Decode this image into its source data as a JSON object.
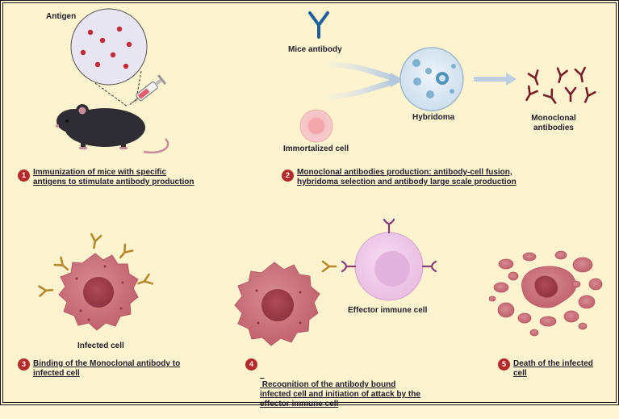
{
  "labels": {
    "antigen": "Antigen",
    "mice_antibody": "Mice antibody",
    "hybridoma": "Hybridoma",
    "monoclonal_antibodies": "Monoclonal antibodies",
    "immortalized_cell": "Immortalized cell",
    "infected_cell": "Infected cell",
    "effector_immune_cell": "Effector immune cell"
  },
  "steps": [
    {
      "number": "1",
      "line1": "Immunization of mice with specific",
      "line2": "antigens to stimulate antibody production",
      "line3": ""
    },
    {
      "number": "2",
      "line1": "Monoclonal antibodies production: antibody-cell fusion,",
      "line2": "hybridoma selection and antibody large scale production",
      "line3": ""
    },
    {
      "number": "3",
      "line1": "Binding of the Monoclonal antibody  to",
      "line2": "infected cell",
      "line3": ""
    },
    {
      "number": "4",
      "line1": " Recognition of the antibody bound",
      "line2": "infected cell and initiation of attack by the",
      "line3": "effector immune cell"
    },
    {
      "number": "5",
      "line1": "Death of the infected",
      "line2": "cell",
      "line3": ""
    }
  ],
  "colors": {
    "background": "#fdf3cf",
    "step_badge": "#b52a2a",
    "antibody_blue": "#1c5f9b",
    "antibody_maroon": "#7a1f2a",
    "antibody_gold": "#b8892b",
    "infected_cell": "#c9707b",
    "effector_cell": "#f1cdeb"
  }
}
